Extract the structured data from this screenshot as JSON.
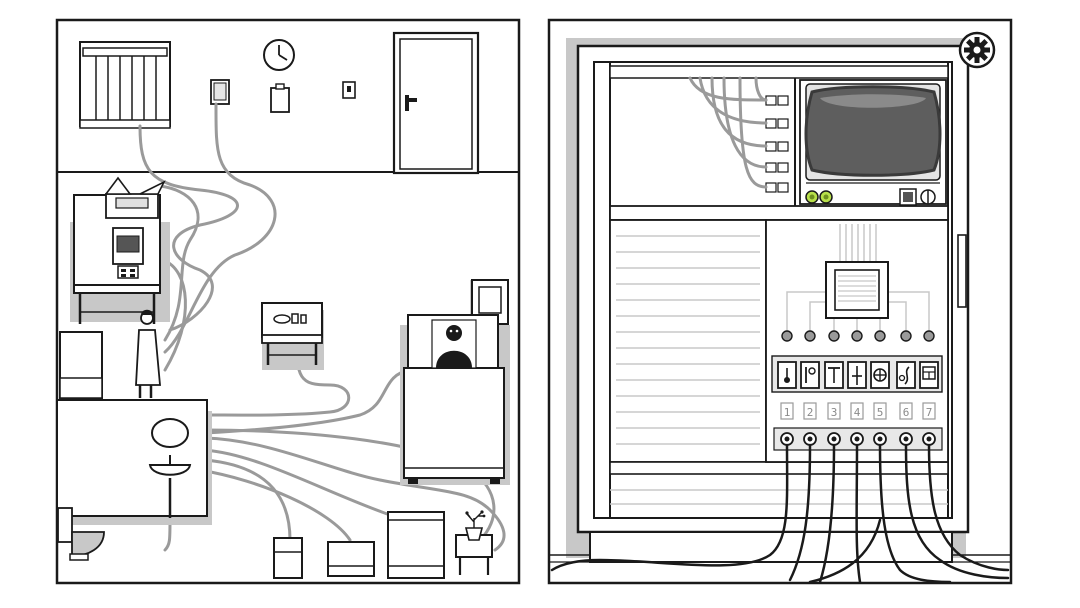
{
  "scene": {
    "left_panel": "room",
    "right_panel": "control-cabinet"
  },
  "colors": {
    "ink": "#1a1a1a",
    "shadow": "#c8c8c8",
    "cable": "#9a9a9a",
    "screen": "#5e5e5e",
    "screen_bezel": "#3a3a3a",
    "indicator_green": "#b8e04a",
    "paper": "#ffffff"
  },
  "cabinet": {
    "switch_labels": [
      "1",
      "2",
      "3",
      "4",
      "5",
      "6",
      "7"
    ],
    "switch_icons": [
      "lamp-icon",
      "flag-icon",
      "hammer-icon",
      "dagger-icon",
      "crosshair-icon",
      "hook-icon",
      "window-icon"
    ]
  },
  "icons": {
    "settings": "gear-icon"
  }
}
